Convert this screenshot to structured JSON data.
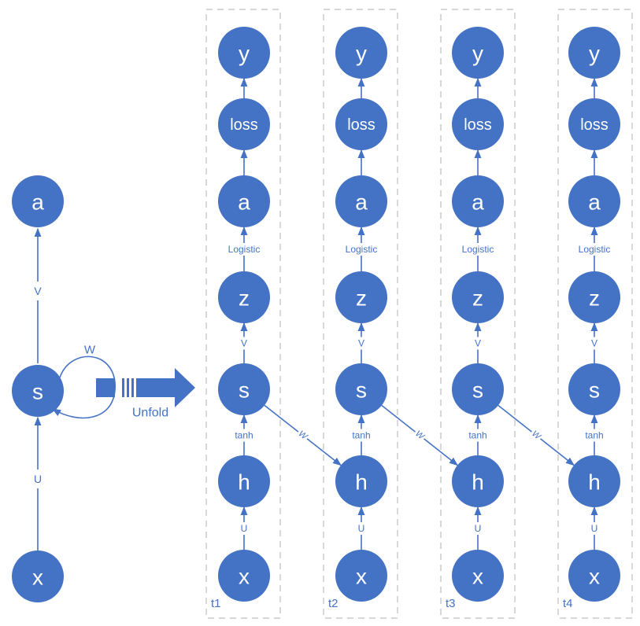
{
  "folded": {
    "nodes": [
      "a",
      "s",
      "x"
    ],
    "edge_labels": {
      "v": "V",
      "u": "U",
      "w": "W"
    }
  },
  "unfold_label": "Unfold",
  "steps": [
    {
      "label": "t1",
      "nodes": [
        "y",
        "loss",
        "a",
        "z",
        "s",
        "h",
        "x"
      ],
      "edge_labels": {
        "logistic": "Logistic",
        "v": "V",
        "tanh": "tanh",
        "u": "U"
      }
    },
    {
      "label": "t2",
      "nodes": [
        "y",
        "loss",
        "a",
        "z",
        "s",
        "h",
        "x"
      ],
      "edge_labels": {
        "logistic": "Logistic",
        "v": "V",
        "tanh": "tanh",
        "u": "U"
      }
    },
    {
      "label": "t3",
      "nodes": [
        "y",
        "loss",
        "a",
        "z",
        "s",
        "h",
        "x"
      ],
      "edge_labels": {
        "logistic": "Logistic",
        "v": "V",
        "tanh": "tanh",
        "u": "U"
      }
    },
    {
      "label": "t4",
      "nodes": [
        "y",
        "loss",
        "a",
        "z",
        "s",
        "h",
        "x"
      ],
      "edge_labels": {
        "logistic": "Logistic",
        "v": "V",
        "tanh": "tanh",
        "u": "U"
      }
    }
  ],
  "recurrent_label": "W",
  "colors": {
    "node_fill": "#4472c4",
    "node_text": "#ffffff",
    "frame": "#bfbfbf"
  }
}
